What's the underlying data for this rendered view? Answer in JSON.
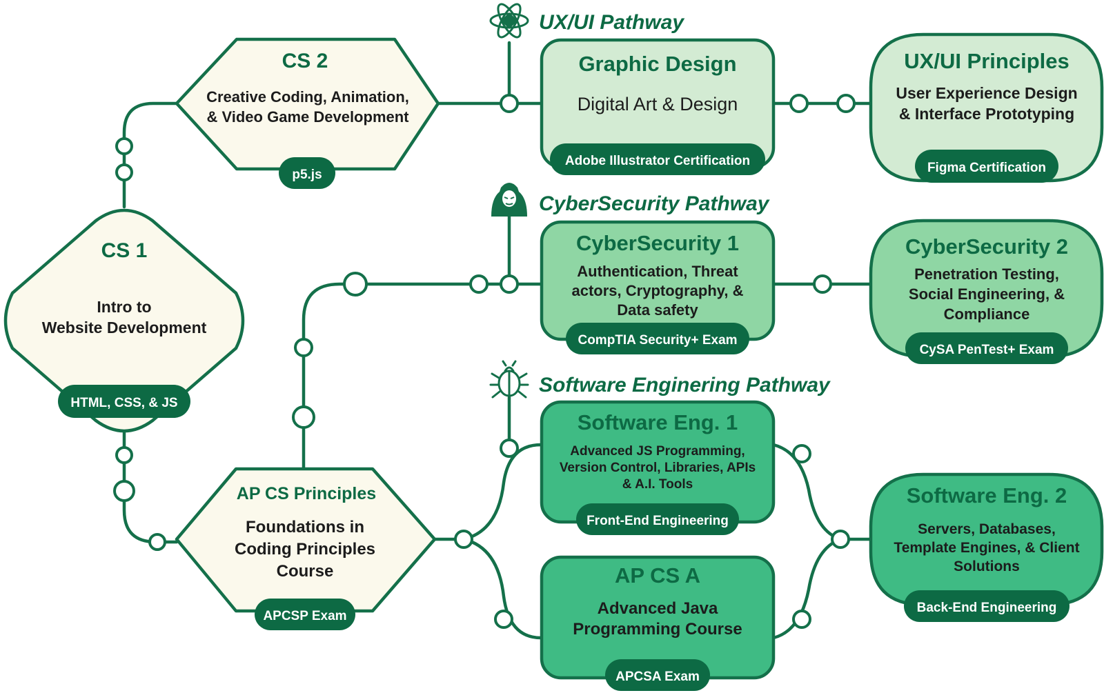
{
  "colors": {
    "line": "#14704a",
    "dark": "#0d6a44",
    "cream": "#fbf9ec",
    "light_green": "#d3ebd3",
    "mid_green": "#8fd6a4",
    "strong_green": "#3fbb84",
    "heading": "#0d6a44",
    "text": "#1c1c1c"
  },
  "pathways": {
    "uxui": {
      "label": "UX/UI Pathway",
      "icon": "atom-icon"
    },
    "cyber": {
      "label": "CyberSecurity Pathway",
      "icon": "hacker-icon"
    },
    "software": {
      "label": "Software Enginering Pathway",
      "icon": "bug-icon"
    }
  },
  "courses": {
    "cs1": {
      "title": "CS 1",
      "desc": [
        "Intro to",
        "Website Development"
      ],
      "badge": "HTML, CSS, & JS"
    },
    "cs2": {
      "title": "CS 2",
      "desc": [
        "Creative Coding, Animation,",
        "& Video Game Development"
      ],
      "badge": "p5.js"
    },
    "apcsp": {
      "title": "AP CS Principles",
      "desc": [
        "Foundations in",
        "Coding Principles",
        "Course"
      ],
      "badge": "APCSP Exam"
    },
    "graphic_design": {
      "title": "Graphic Design",
      "desc": [
        "Digital Art & Design"
      ],
      "badge": "Adobe Illustrator Certification"
    },
    "uxui_principles": {
      "title": "UX/UI Principles",
      "desc": [
        "User Experience Design",
        "& Interface Prototyping"
      ],
      "badge": "Figma Certification"
    },
    "cyber1": {
      "title": "CyberSecurity 1",
      "desc": [
        "Authentication, Threat",
        "actors, Cryptography, &",
        "Data safety"
      ],
      "badge": "CompTIA Security+ Exam"
    },
    "cyber2": {
      "title": "CyberSecurity 2",
      "desc": [
        "Penetration Testing,",
        "Social Engineering, &",
        "Compliance"
      ],
      "badge": "CySA PenTest+ Exam"
    },
    "se1": {
      "title": "Software Eng. 1",
      "desc": [
        "Advanced JS Programming,",
        "Version Control, Libraries, APIs",
        "& A.I. Tools"
      ],
      "badge": "Front-End Engineering"
    },
    "apcsa": {
      "title": "AP CS A",
      "desc": [
        "Advanced Java",
        "Programming Course"
      ],
      "badge": "APCSA Exam"
    },
    "se2": {
      "title": "Software Eng. 2",
      "desc": [
        "Servers, Databases,",
        "Template Engines, & Client",
        "Solutions"
      ],
      "badge": "Back-End Engineering"
    }
  }
}
